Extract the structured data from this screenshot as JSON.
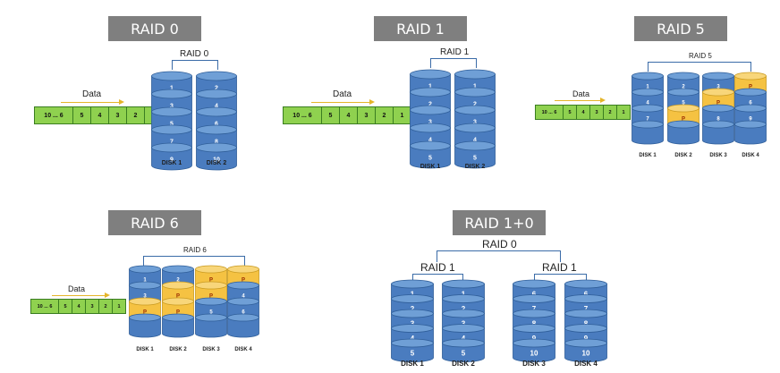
{
  "colors": {
    "disk_blue": "#4a7cbf",
    "disk_blue_light": "#6f9fd6",
    "parity_yellow": "#f5c242",
    "data_green": "#8fd14f",
    "title_gray": "#7f7f7f"
  },
  "raid0": {
    "title": "RAID 0",
    "group_label": "RAID 0",
    "data_label": "Data",
    "strip": [
      "10 ... 6",
      "5",
      "4",
      "3",
      "2",
      "1"
    ],
    "disks": [
      {
        "label": "DISK 1",
        "blocks": [
          "1",
          "3",
          "5",
          "7",
          "9"
        ]
      },
      {
        "label": "DISK 2",
        "blocks": [
          "2",
          "4",
          "6",
          "8",
          "10"
        ]
      }
    ]
  },
  "raid1": {
    "title": "RAID 1",
    "group_label": "RAID 1",
    "data_label": "Data",
    "strip": [
      "10 ... 6",
      "5",
      "4",
      "3",
      "2",
      "1"
    ],
    "disks": [
      {
        "label": "DISK 1",
        "blocks": [
          "1",
          "2",
          "3",
          "4",
          "5"
        ]
      },
      {
        "label": "DISK 2",
        "blocks": [
          "1",
          "2",
          "3",
          "4",
          "5"
        ]
      }
    ]
  },
  "raid5": {
    "title": "RAID 5",
    "group_label": "RAID 5",
    "data_label": "Data",
    "strip": [
      "10 ... 6",
      "5",
      "4",
      "3",
      "2",
      "1"
    ],
    "disks": [
      {
        "label": "DISK 1",
        "blocks": [
          "1",
          "4",
          "7",
          ""
        ]
      },
      {
        "label": "DISK 2",
        "blocks": [
          "2",
          "5",
          "P",
          ""
        ]
      },
      {
        "label": "DISK 3",
        "blocks": [
          "3",
          "P",
          "8",
          ""
        ]
      },
      {
        "label": "DISK 4",
        "blocks": [
          "P",
          "6",
          "9",
          ""
        ]
      }
    ]
  },
  "raid6": {
    "title": "RAID 6",
    "group_label": "RAID 6",
    "data_label": "Data",
    "strip": [
      "10 ... 6",
      "5",
      "4",
      "3",
      "2",
      "1"
    ],
    "disks": [
      {
        "label": "DISK 1",
        "blocks": [
          "1",
          "3",
          "P",
          ""
        ]
      },
      {
        "label": "DISK 2",
        "blocks": [
          "2",
          "P",
          "P",
          ""
        ]
      },
      {
        "label": "DISK 3",
        "blocks": [
          "P",
          "P",
          "5",
          ""
        ]
      },
      {
        "label": "DISK 4",
        "blocks": [
          "P",
          "4",
          "6",
          ""
        ]
      }
    ]
  },
  "raid10": {
    "title": "RAID 1+0",
    "top_label": "RAID 0",
    "left_label": "RAID 1",
    "right_label": "RAID 1",
    "disks": [
      {
        "label": "DISK 1",
        "blocks": [
          "1",
          "2",
          "3",
          "4",
          "5"
        ]
      },
      {
        "label": "DISK 2",
        "blocks": [
          "1",
          "2",
          "3",
          "4",
          "5"
        ]
      },
      {
        "label": "DISK 3",
        "blocks": [
          "6",
          "7",
          "8",
          "9",
          "10"
        ]
      },
      {
        "label": "DISK 4",
        "blocks": [
          "6",
          "7",
          "8",
          "9",
          "10"
        ]
      }
    ]
  }
}
